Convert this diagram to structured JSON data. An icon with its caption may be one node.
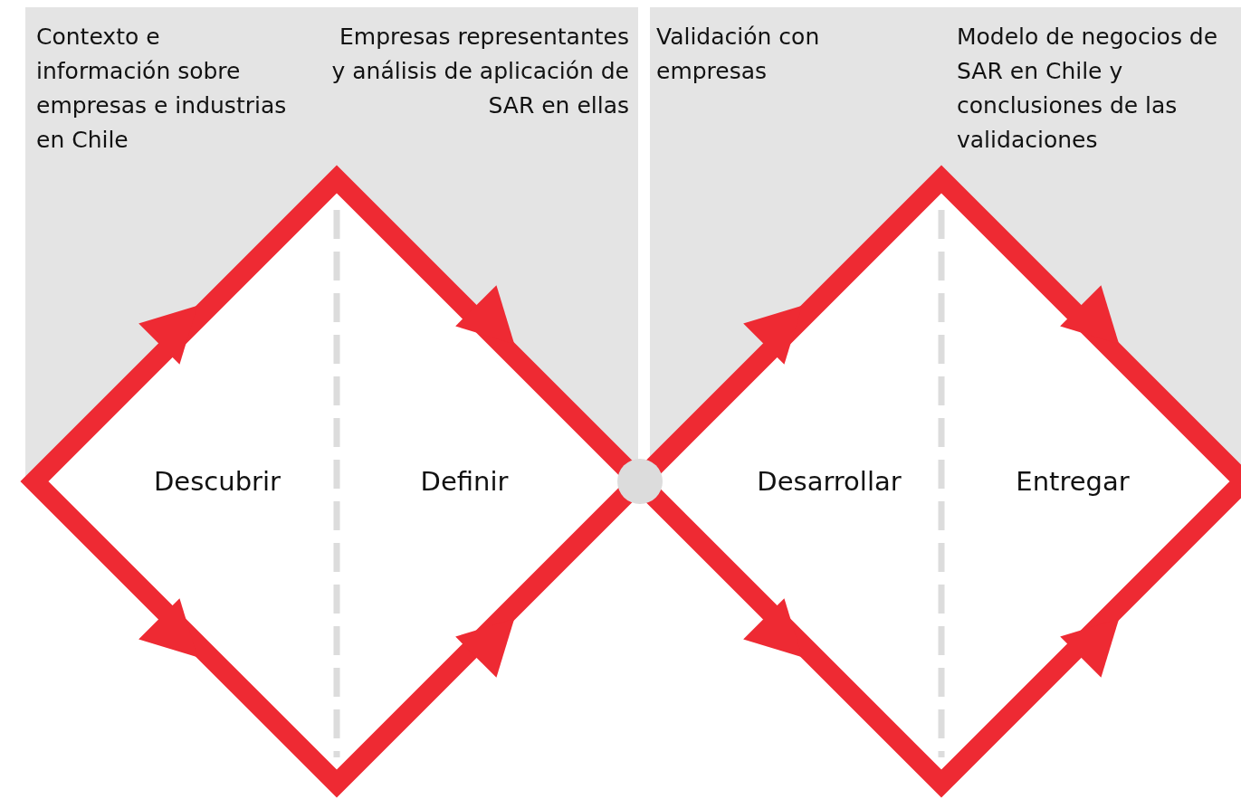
{
  "diagram": {
    "nodes": [
      {
        "text": [
          "Descubrir"
        ]
      },
      {
        "text": [
          "Definir"
        ]
      },
      {
        "text": [],
        "shape": "circle"
      },
      {
        "text": [
          "Desarrollar"
        ]
      },
      {
        "text": [
          "Entregar"
        ]
      }
    ],
    "labels": [
      "Contexto e información sobre empresas e industrias en Chile",
      "Empresas representantes y análisis de aplicación de SAR en ellas",
      "Validación con empresas",
      "Modelo de negocios de SAR en Chile y conclusiones de las validaciones"
    ]
  }
}
